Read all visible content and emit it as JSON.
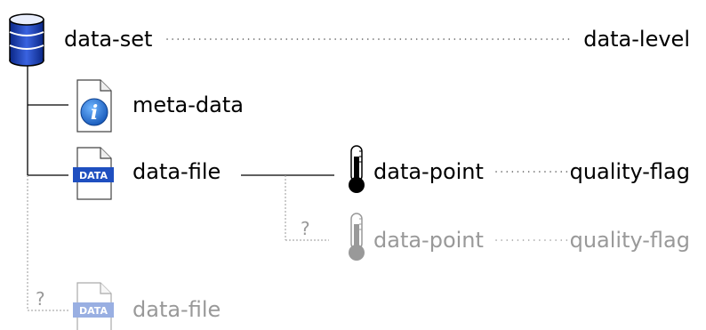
{
  "root": {
    "label": "data-set",
    "level_label": "data-level",
    "icon": "database-icon"
  },
  "metadata": {
    "label": "meta-data",
    "icon": "info-document-icon"
  },
  "file": {
    "label": "data-file",
    "icon": "data-document-icon",
    "point": {
      "label": "data-point",
      "flag": "quality-flag",
      "icon": "thermometer-icon"
    },
    "optional_point": {
      "marker": "?",
      "label": "data-point",
      "flag": "quality-flag",
      "icon": "thermometer-icon"
    }
  },
  "optional_file": {
    "marker": "?",
    "label": "data-file",
    "icon": "data-document-icon"
  },
  "colors": {
    "solid": "#000000",
    "optional": "#999999",
    "database_blue": "#1b3fb8",
    "info_blue": "#1e6fd0",
    "data_badge": "#1f4fc0"
  }
}
